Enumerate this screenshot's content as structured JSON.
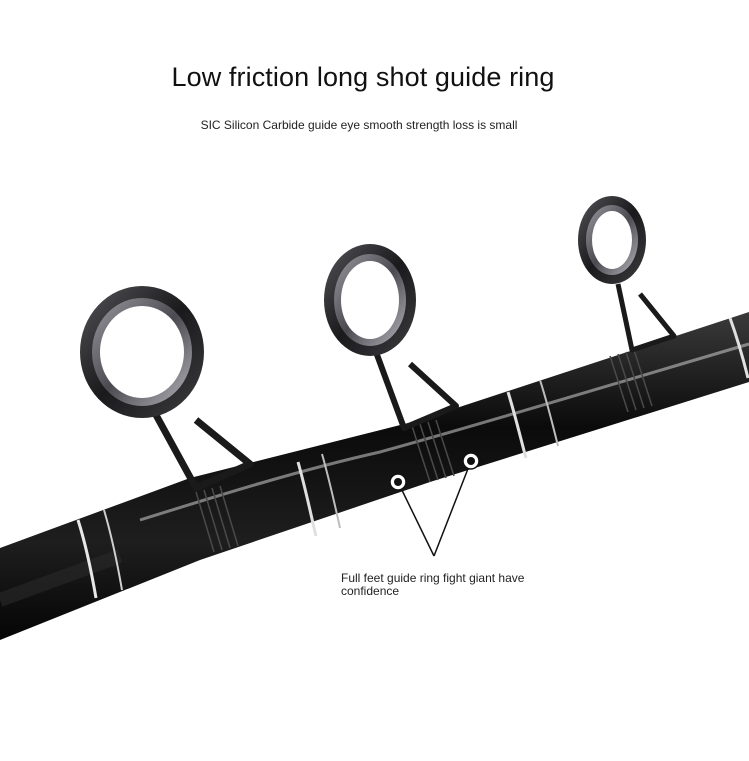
{
  "title": "Low friction long shot guide ring",
  "subtitle": "SIC Silicon Carbide guide eye smooth strength loss is small",
  "callout": {
    "text": "Full feet guide ring fight giant have confidence"
  },
  "colors": {
    "background": "#ffffff",
    "rod": "#0d0d0d",
    "rod_highlight": "#d8d8d8",
    "ring_frame": "#1c1c1e",
    "ring_insert": "#6b6b70",
    "callout_line": "#111111"
  },
  "icons": {
    "guide_ring": "guide-ring-icon",
    "callout_marker": "target-dot-icon"
  }
}
